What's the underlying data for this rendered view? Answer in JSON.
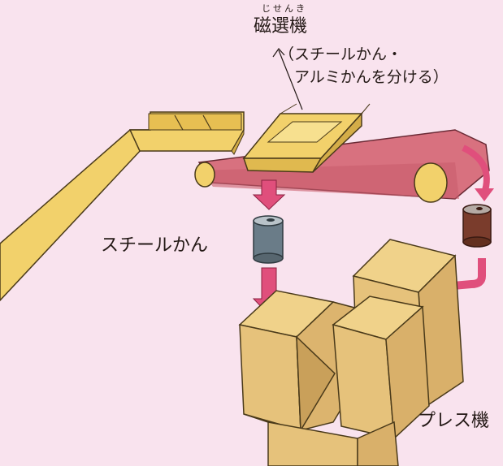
{
  "title_ruby": "じせんき",
  "title": "磁選機",
  "note_line1": "（スチールかん・",
  "note_line2": "アルミかんを分ける）",
  "steel_can_label": "スチールかん",
  "press_label": "プレス機",
  "colors": {
    "background": "#f9e3ee",
    "conveyor": "#d8717f",
    "machine_yellow": "#f2d16b",
    "press_tan": "#e6c27b",
    "arrow_pink": "#e04f7c",
    "steel_can": "#6a7c88",
    "aluminum_can": "#7a3c2c"
  }
}
